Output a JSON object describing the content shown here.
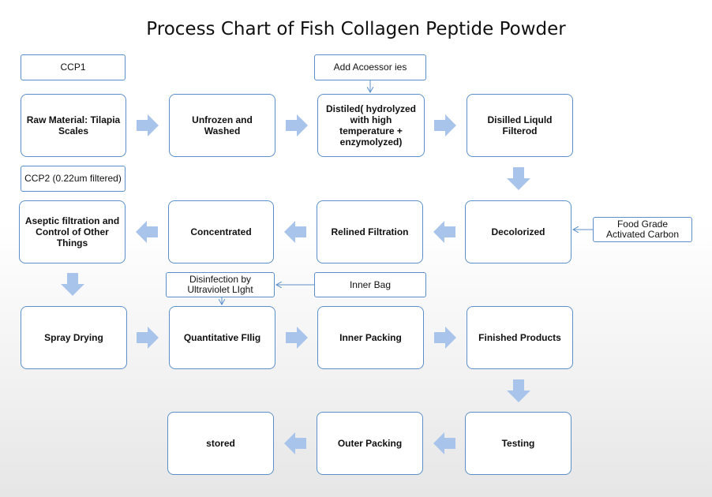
{
  "title": "Process Chart of Fish Collagen Peptide Powder",
  "notes": {
    "ccp1": "CCP1",
    "add_accessories": "Add Acoessor ies",
    "ccp2": "CCP2 (0.22um filtered)",
    "food_grade_carbon": "Food Grade Activated Carbon",
    "disinfection_uv": "Disinfection by Ultraviolet LIght",
    "inner_bag": "Inner Bag"
  },
  "steps": {
    "raw_material": "Raw Material: Tilapia Scales",
    "unfrozen_washed": "Unfrozen and Washed",
    "distilled": "Distiled( hydrolyzed with high temperature + enzymolyzed)",
    "disilled_liquid": "Disilled Liquld Filterod",
    "decolorized": "Decolorized",
    "refined_filtration": "Relined Filtration",
    "concentrated": "Concentrated",
    "aseptic_filtration": "Aseptic filtration and Control of Other Things",
    "spray_drying": "Spray Drying",
    "quantitative_filling": "Quantitative FIlig",
    "inner_packing": "Inner Packing",
    "finished_products": "Finished Products",
    "testing": "Testing",
    "outer_packing": "Outer Packing",
    "stored": "stored"
  },
  "colors": {
    "box_border": "#5b8fc9",
    "flow_arrow": "#a9c4eb",
    "connector": "#5b8fc9"
  }
}
